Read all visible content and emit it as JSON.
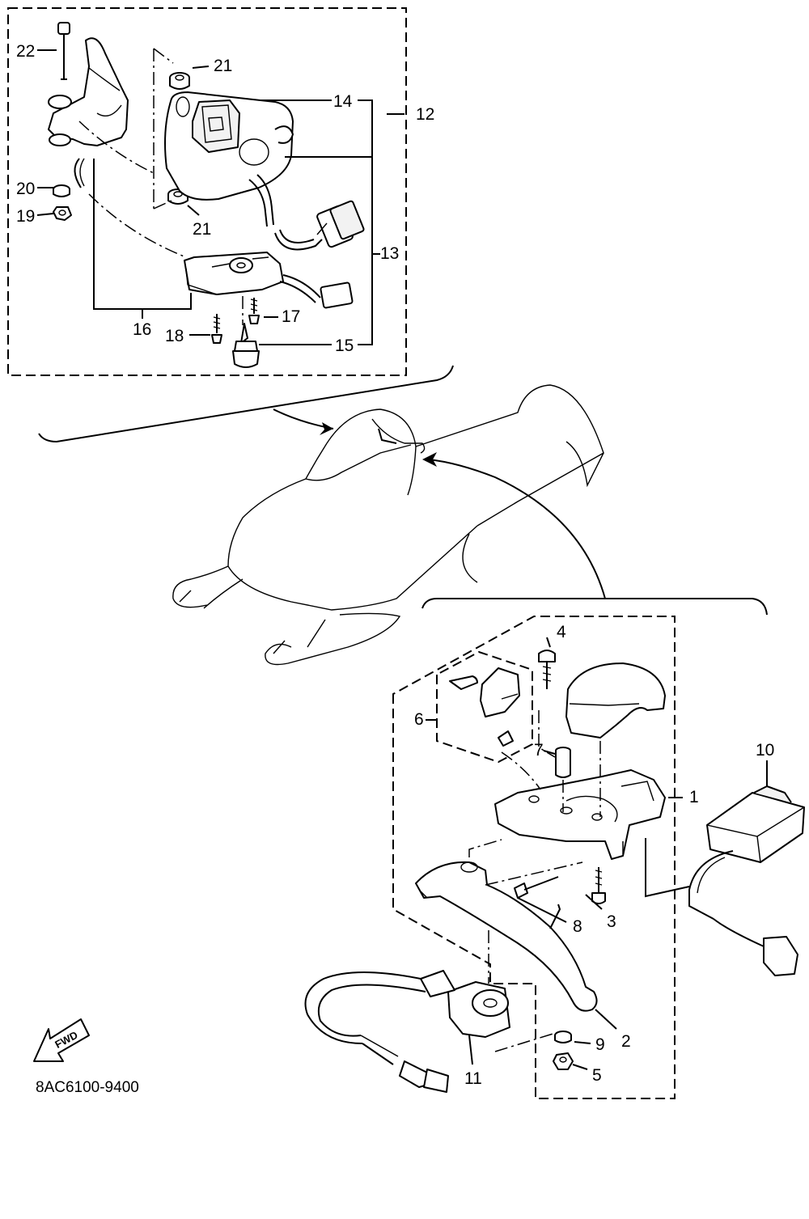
{
  "diagram": {
    "drawing_code": "8AC6100-9400",
    "direction_marker": "FWD",
    "callouts": [
      "1",
      "2",
      "3",
      "4",
      "5",
      "6",
      "7",
      "8",
      "9",
      "10",
      "11",
      "12",
      "13",
      "14",
      "15",
      "16",
      "17",
      "18",
      "19",
      "20",
      "21",
      "22"
    ]
  }
}
